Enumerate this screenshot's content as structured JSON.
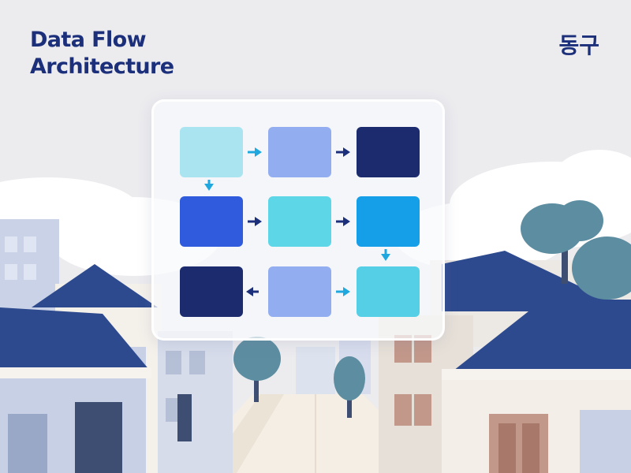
{
  "header": {
    "title_line1": "Data Flow",
    "title_line2": "Architecture",
    "district_label": "동구"
  },
  "colors": {
    "title": "#1b2f7a",
    "background": "#ececef",
    "roof": "#2d4a8f",
    "arrow_cyan": "#1fa8e0",
    "arrow_navy": "#1b2f7a"
  },
  "diagram": {
    "nodes": [
      {
        "id": "r1c1",
        "color": "#a9e4f0"
      },
      {
        "id": "r1c2",
        "color": "#93aef0"
      },
      {
        "id": "r1c3",
        "color": "#1b2b6e"
      },
      {
        "id": "r2c1",
        "color": "#2f5bdc"
      },
      {
        "id": "r2c2",
        "color": "#5dd6e8"
      },
      {
        "id": "r2c3",
        "color": "#159fe8"
      },
      {
        "id": "r3c1",
        "color": "#1b2b6e"
      },
      {
        "id": "r3c2",
        "color": "#93aef0"
      },
      {
        "id": "r3c3",
        "color": "#55cfe6"
      }
    ],
    "edges": [
      {
        "from": "r1c1",
        "to": "r1c2",
        "color": "#1fa8e0"
      },
      {
        "from": "r1c2",
        "to": "r1c3",
        "color": "#1b2f7a"
      },
      {
        "from": "r1c1",
        "to": "r2c1",
        "color": "#1fa8e0"
      },
      {
        "from": "r2c1",
        "to": "r2c2",
        "color": "#1b2f7a"
      },
      {
        "from": "r2c2",
        "to": "r2c3",
        "color": "#1b2f7a"
      },
      {
        "from": "r2c3",
        "to": "r3c3",
        "color": "#1fa8e0"
      },
      {
        "from": "r3c2",
        "to": "r3c3",
        "color": "#1fa8e0"
      },
      {
        "from": "r3c2",
        "to": "r3c1",
        "color": "#1b2f7a"
      }
    ]
  }
}
